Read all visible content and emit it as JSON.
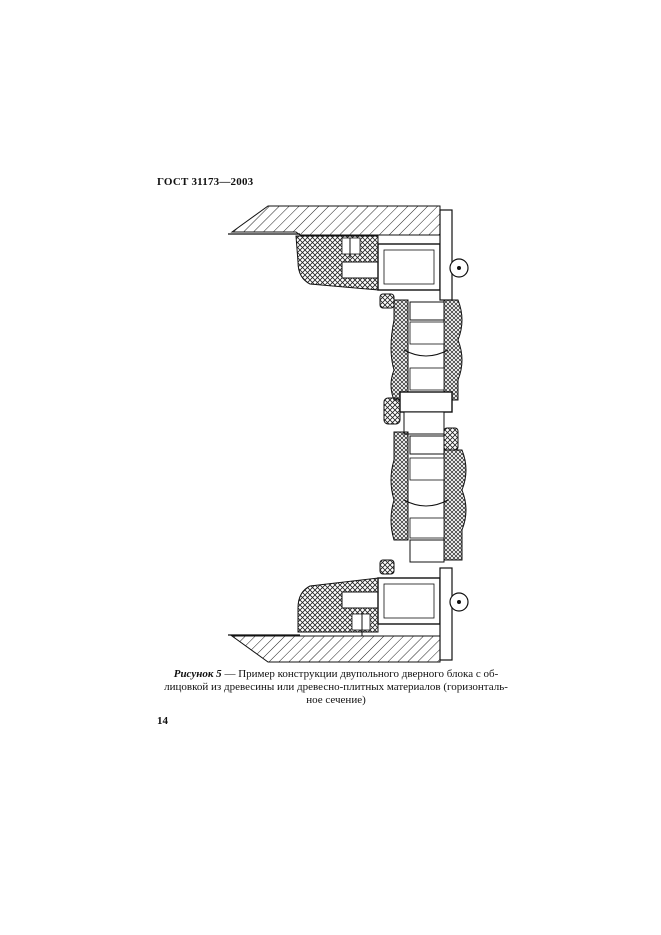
{
  "document": {
    "header": "ГОСТ 31173—2003",
    "figure": {
      "label": "Рисунок 5",
      "dash": " — ",
      "line1": "Пример конструкции двупольного дверного блока с об-",
      "line2": "лицовкой из древесины или древесно-плитных материалов (горизонталь-",
      "line3": "ное сечение)"
    },
    "page_number": "14"
  }
}
